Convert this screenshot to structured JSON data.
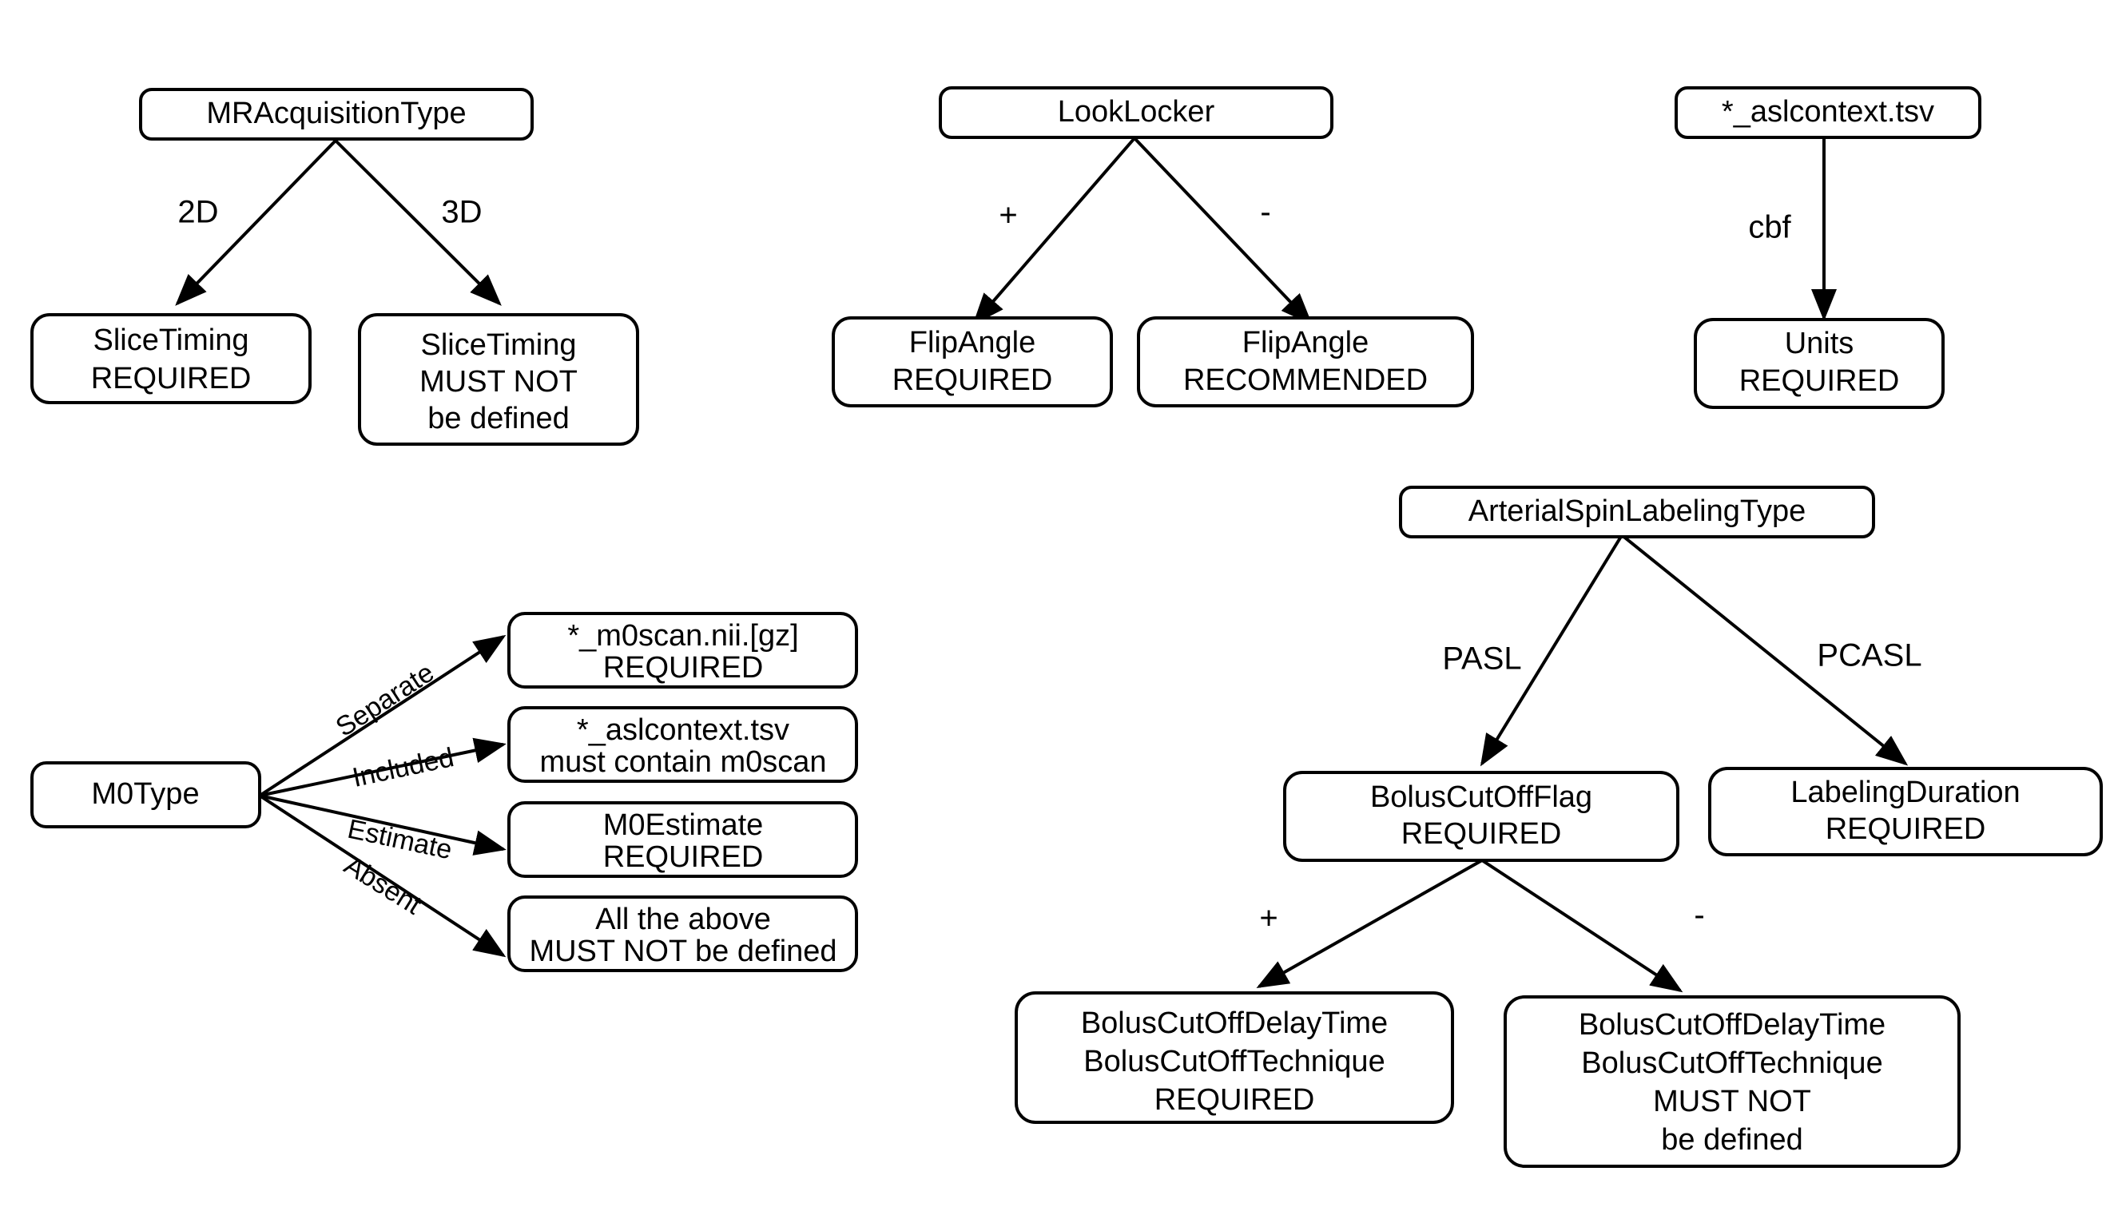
{
  "diagram": {
    "title": "BIDS ASL metadata requirement decision trees",
    "colors": {
      "background": "#ffffff",
      "stroke": "#000000",
      "text": "#000000",
      "box_fill": "#ffffff"
    },
    "groups": [
      {
        "id": "mr-acquisition-type",
        "root": "MRAcquisitionType",
        "branches": [
          {
            "label": "2D",
            "target_lines": [
              "SliceTiming",
              "REQUIRED"
            ]
          },
          {
            "label": "3D",
            "target_lines": [
              "SliceTiming",
              "MUST NOT",
              "be defined"
            ]
          }
        ]
      },
      {
        "id": "look-locker",
        "root": "LookLocker",
        "branches": [
          {
            "label": "+",
            "target_lines": [
              "FlipAngle",
              "REQUIRED"
            ]
          },
          {
            "label": "-",
            "target_lines": [
              "FlipAngle",
              "RECOMMENDED"
            ]
          }
        ]
      },
      {
        "id": "aslcontext",
        "root": "*_aslcontext.tsv",
        "branches": [
          {
            "label": "cbf",
            "target_lines": [
              "Units",
              "REQUIRED"
            ]
          }
        ]
      },
      {
        "id": "m0type",
        "root": "M0Type",
        "branches": [
          {
            "label": "Separate",
            "target_lines": [
              "*_m0scan.nii.[gz]",
              "REQUIRED"
            ]
          },
          {
            "label": "Included",
            "target_lines": [
              "*_aslcontext.tsv",
              "must contain m0scan"
            ]
          },
          {
            "label": "Estimate",
            "target_lines": [
              "M0Estimate",
              "REQUIRED"
            ]
          },
          {
            "label": "Absent",
            "target_lines": [
              "All the above",
              "MUST NOT be defined"
            ]
          }
        ]
      },
      {
        "id": "arterial-spin-labeling-type",
        "root": "ArterialSpinLabelingType",
        "branches": [
          {
            "label": "PASL",
            "target_lines": [
              "BolusCutOffFlag",
              "REQUIRED"
            ]
          },
          {
            "label": "PCASL",
            "target_lines": [
              "LabelingDuration",
              "REQUIRED"
            ]
          }
        ]
      },
      {
        "id": "bolus-cut-off-flag",
        "root": "BolusCutOffFlag",
        "branches": [
          {
            "label": "+",
            "target_lines": [
              "BolusCutOffDelayTime",
              "BolusCutOffTechnique",
              "REQUIRED"
            ]
          },
          {
            "label": "-",
            "target_lines": [
              "BolusCutOffDelayTime",
              "BolusCutOffTechnique",
              "MUST NOT",
              "be defined"
            ]
          }
        ]
      }
    ],
    "nodes": {
      "mracquisitiontype": {
        "line1": "MRAcquisitionType"
      },
      "slicetiming_required": {
        "line1": "SliceTiming",
        "line2": "REQUIRED"
      },
      "slicetiming_mustnot": {
        "line1": "SliceTiming",
        "line2": "MUST NOT",
        "line3": "be defined"
      },
      "looklocker": {
        "line1": "LookLocker"
      },
      "flipangle_required": {
        "line1": "FlipAngle",
        "line2": "REQUIRED"
      },
      "flipangle_recommended": {
        "line1": "FlipAngle",
        "line2": "RECOMMENDED"
      },
      "aslcontext_root": {
        "line1": "*_aslcontext.tsv"
      },
      "units_required": {
        "line1": "Units",
        "line2": "REQUIRED"
      },
      "m0type": {
        "line1": "M0Type"
      },
      "m0scan_nii": {
        "line1": "*_m0scan.nii.[gz]",
        "line2": "REQUIRED"
      },
      "aslcontext_m0scan": {
        "line1": "*_aslcontext.tsv",
        "line2": "must contain m0scan"
      },
      "m0estimate": {
        "line1": "M0Estimate",
        "line2": "REQUIRED"
      },
      "all_the_above": {
        "line1": "All the above",
        "line2": "MUST NOT be defined"
      },
      "asltype": {
        "line1": "ArterialSpinLabelingType"
      },
      "boluscutoffflag": {
        "line1": "BolusCutOffFlag",
        "line2": "REQUIRED"
      },
      "labelingduration": {
        "line1": "LabelingDuration",
        "line2": "REQUIRED"
      },
      "bco_required": {
        "line1": "BolusCutOffDelayTime",
        "line2": "BolusCutOffTechnique",
        "line3": "REQUIRED"
      },
      "bco_mustnot": {
        "line1": "BolusCutOffDelayTime",
        "line2": "BolusCutOffTechnique",
        "line3": "MUST NOT",
        "line4": "be defined"
      }
    },
    "edge_labels": {
      "two_d": "2D",
      "three_d": "3D",
      "ll_plus": "+",
      "ll_minus": "-",
      "cbf": "cbf",
      "separate": "Separate",
      "included": "Included",
      "estimate": "Estimate",
      "absent": "Absent",
      "pasl": "PASL",
      "pcasl": "PCASL",
      "bco_plus": "+",
      "bco_minus": "-"
    }
  }
}
